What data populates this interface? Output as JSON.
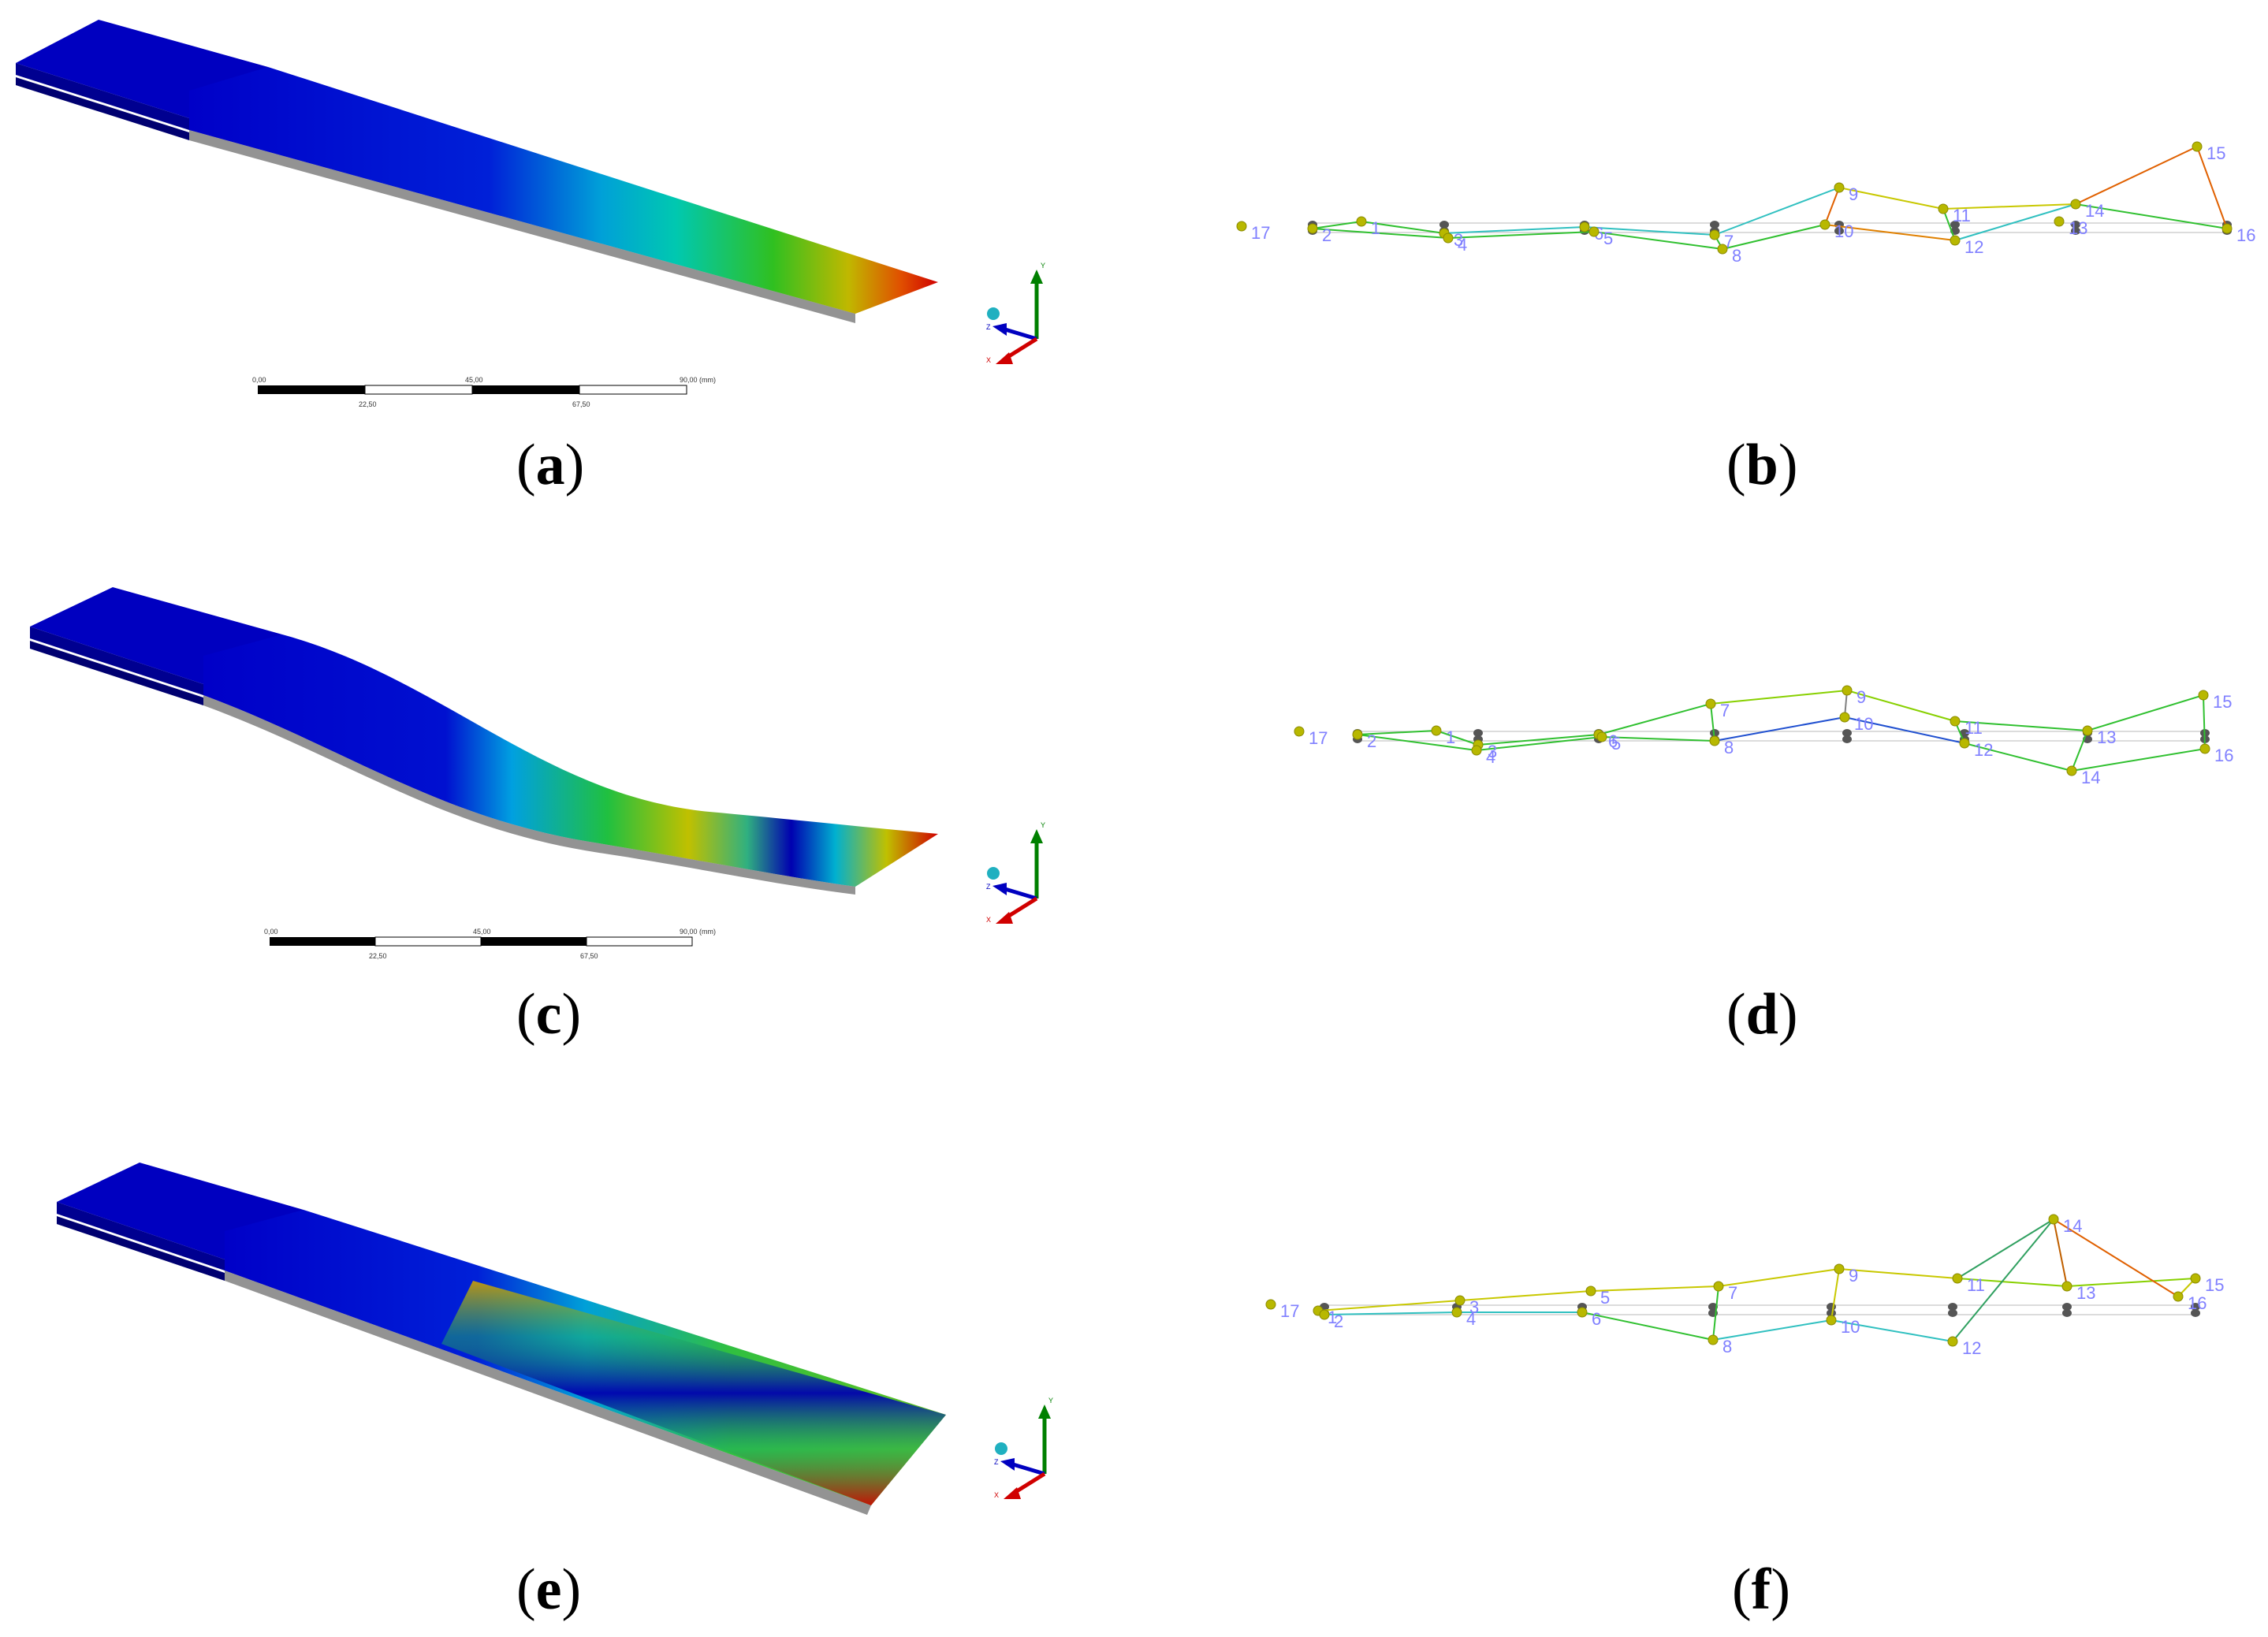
{
  "colors": {
    "contour_stops": [
      "#0000c8",
      "#0050e0",
      "#00c8c8",
      "#20c020",
      "#c8c800",
      "#e07000",
      "#d00000"
    ],
    "node_label": "#8080ff",
    "axis_x": "#d00000",
    "axis_y": "#008000",
    "axis_z": "#0000c0"
  },
  "scale_bar": {
    "top_labels": [
      "0,00",
      "45,00",
      "90,00 (mm)"
    ],
    "bottom_labels": [
      "22,50",
      "67,50"
    ]
  },
  "axis_triad": {
    "x": "X",
    "y": "Y",
    "z": "Z"
  },
  "panels": [
    {
      "id": "a",
      "caption": "a",
      "type": "fea",
      "mode": "first-bending"
    },
    {
      "id": "b",
      "caption": "b",
      "type": "wireframe",
      "labels": [
        "17",
        "2",
        "1",
        "3",
        "4",
        "6",
        "5",
        "7",
        "8",
        "9",
        "10",
        "11",
        "12",
        "13",
        "14",
        "15",
        "16"
      ]
    },
    {
      "id": "c",
      "caption": "c",
      "type": "fea",
      "mode": "second-bending"
    },
    {
      "id": "d",
      "caption": "d",
      "type": "wireframe",
      "labels": [
        "17",
        "2",
        "1",
        "3",
        "4",
        "6",
        "5",
        "7",
        "8",
        "9",
        "10",
        "11",
        "12",
        "13",
        "14",
        "15",
        "16"
      ]
    },
    {
      "id": "e",
      "caption": "e",
      "type": "fea",
      "mode": "torsion"
    },
    {
      "id": "f",
      "caption": "f",
      "type": "wireframe",
      "labels": [
        "17",
        "1",
        "2",
        "3",
        "4",
        "5",
        "6",
        "7",
        "8",
        "9",
        "10",
        "11",
        "12",
        "13",
        "14",
        "15",
        "16"
      ]
    }
  ]
}
